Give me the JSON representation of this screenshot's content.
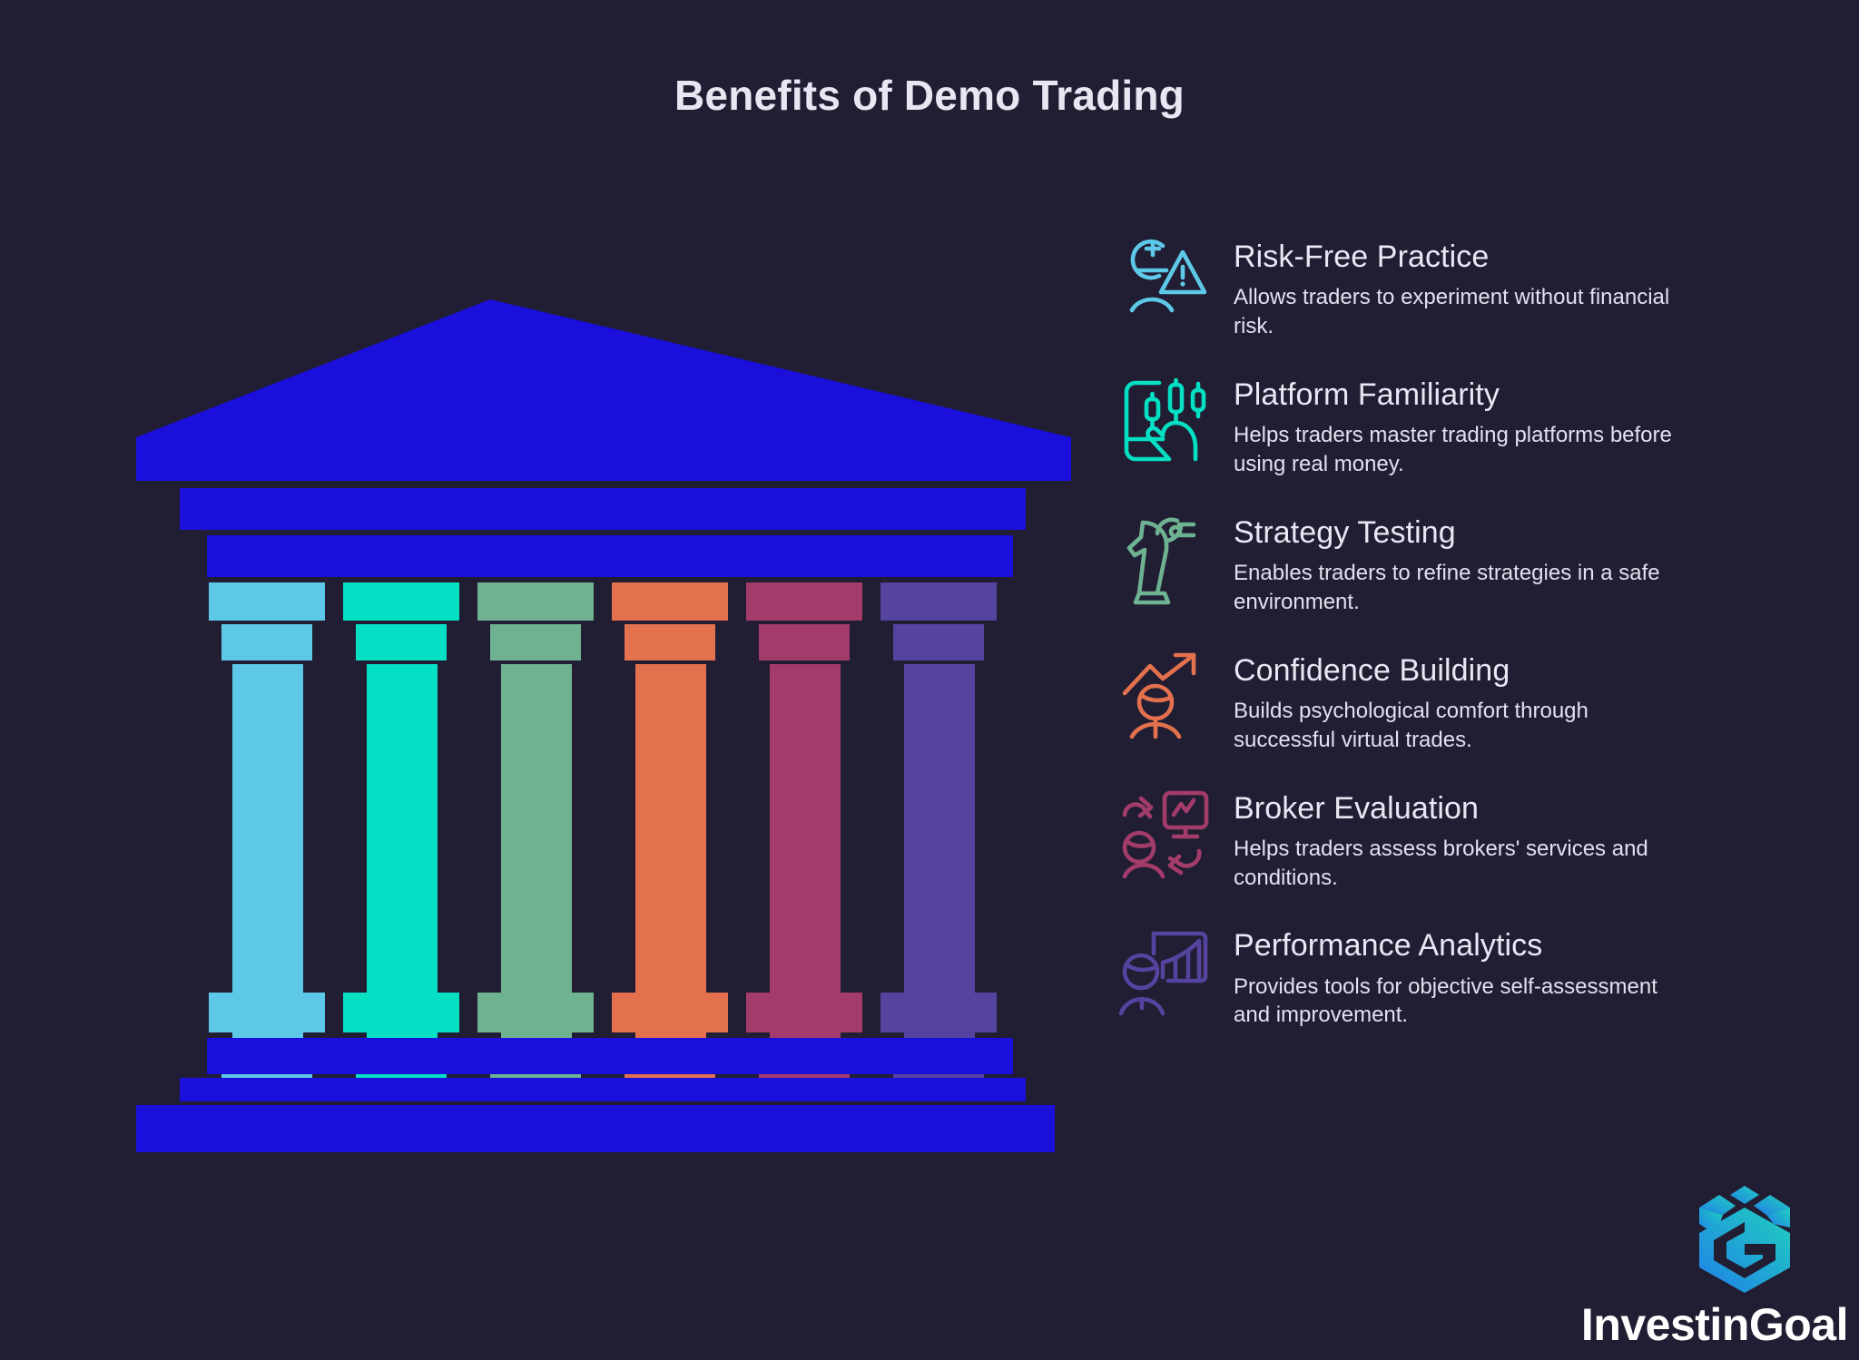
{
  "page": {
    "title": "Benefits of Demo Trading",
    "background_color": "#211e33",
    "title_color": "#e8e6f2"
  },
  "illustration": {
    "name": "greek-temple-pillars",
    "structure_color": "#1a0fdb",
    "pillar_count": 6,
    "pillars": [
      {
        "label": "Risk-Free Practice",
        "color": "#5ec8e8"
      },
      {
        "label": "Platform Familiarity",
        "color": "#05e0c4"
      },
      {
        "label": "Strategy Testing",
        "color": "#6eb291"
      },
      {
        "label": "Confidence Building",
        "color": "#e4714d"
      },
      {
        "label": "Broker Evaluation",
        "color": "#a33c6b"
      },
      {
        "label": "Performance Analytics",
        "color": "#56439f"
      }
    ]
  },
  "benefits": [
    {
      "icon": "person-warning-icon",
      "color": "#5ec8e8",
      "title": "Risk-Free Practice",
      "description": "Allows traders to experiment without financial risk."
    },
    {
      "icon": "phone-candlestick-hand-icon",
      "color": "#05e0c4",
      "title": "Platform Familiarity",
      "description": "Helps traders master trading platforms before using real money."
    },
    {
      "icon": "chess-knight-icon",
      "color": "#6eb291",
      "title": "Strategy Testing",
      "description": "Enables traders to refine strategies in a safe environment."
    },
    {
      "icon": "person-growth-arrow-icon",
      "color": "#e4714d",
      "title": "Confidence Building",
      "description": "Builds psychological comfort through successful virtual trades."
    },
    {
      "icon": "person-monitor-arrows-icon",
      "color": "#a33c6b",
      "title": "Broker Evaluation",
      "description": "Helps traders assess brokers' services and conditions."
    },
    {
      "icon": "person-bar-chart-board-icon",
      "color": "#56439f",
      "title": "Performance Analytics",
      "description": "Provides tools for objective self-assessment and improvement."
    }
  ],
  "logo": {
    "mark": "investingoal-hexagon-g-icon",
    "text": "InvestinGoal",
    "gradient_from": "#1f7fe8",
    "gradient_to": "#21d0bf",
    "text_color": "#ffffff"
  }
}
